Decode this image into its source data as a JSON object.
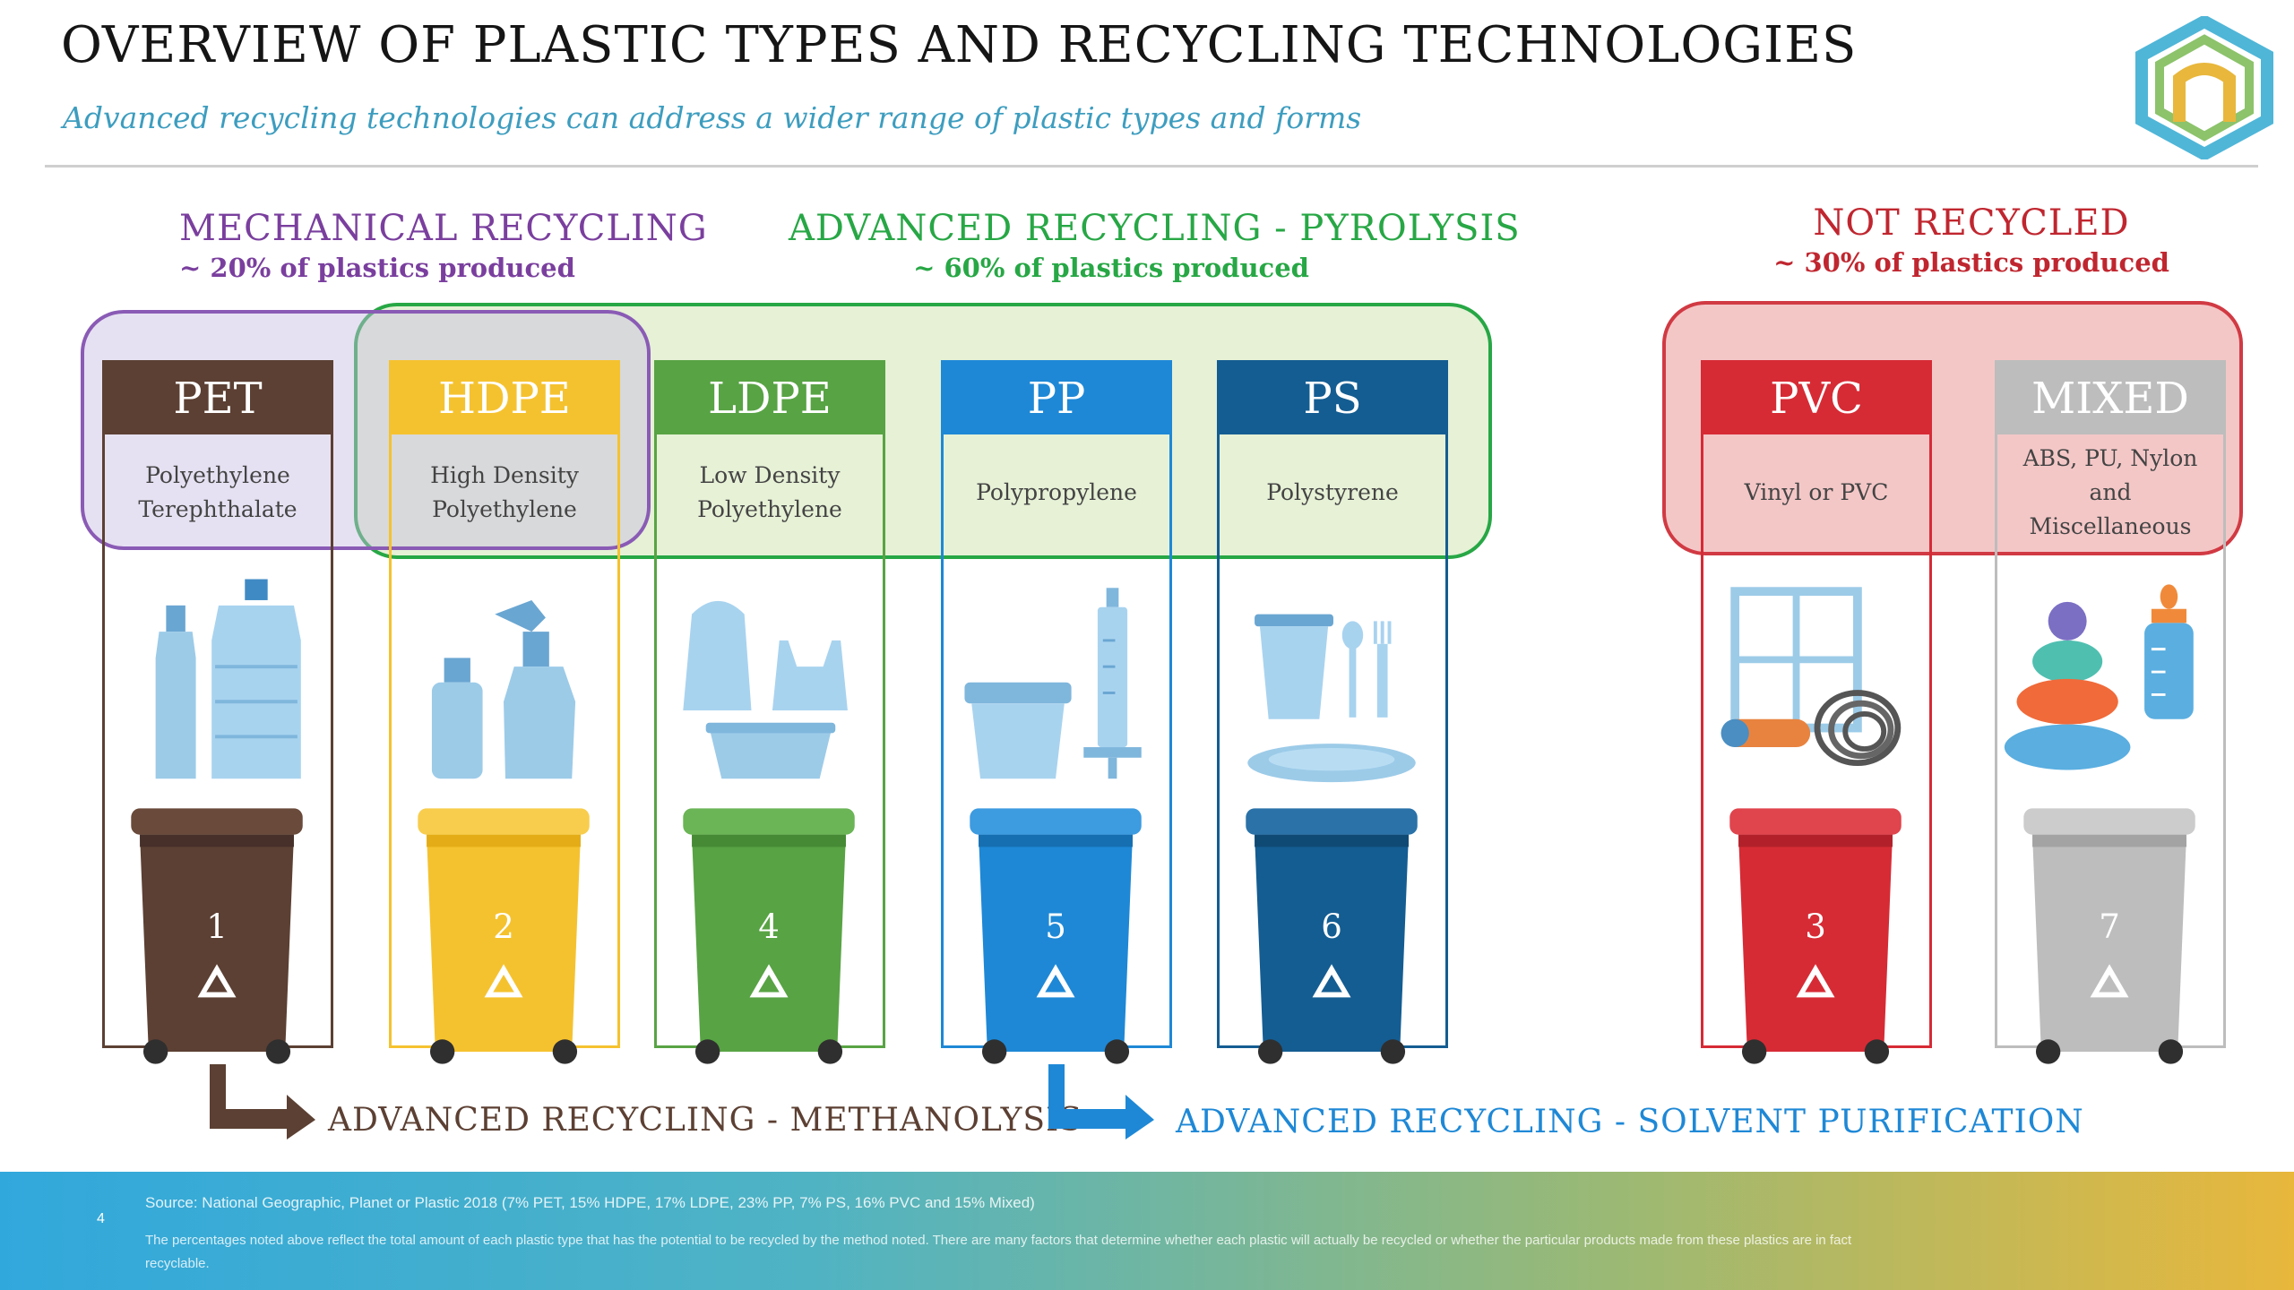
{
  "header": {
    "title": "OVERVIEW OF PLASTIC TYPES AND RECYCLING TECHNOLOGIES",
    "subtitle": "Advanced recycling technologies can address a wider range of plastic types and forms"
  },
  "groups": {
    "mechanical": {
      "title": "MECHANICAL RECYCLING",
      "share": "~ 20% of plastics produced",
      "color": "#7a3f9e"
    },
    "pyrolysis": {
      "title": "ADVANCED RECYCLING - PYROLYSIS",
      "share": "~ 60% of plastics produced",
      "color": "#27a745"
    },
    "not_recycled": {
      "title": "NOT RECYCLED",
      "share": "~ 30% of plastics produced",
      "color": "#c0262f"
    }
  },
  "columns": [
    {
      "code": "PET",
      "description": "Polyethylene Terephthalate",
      "number": "1",
      "color": "#5c4033"
    },
    {
      "code": "HDPE",
      "description": "High Density Polyethylene",
      "number": "2",
      "color": "#f5c22f"
    },
    {
      "code": "LDPE",
      "description": "Low Density Polyethylene",
      "number": "4",
      "color": "#58a344"
    },
    {
      "code": "PP",
      "description": "Polypropylene",
      "number": "5",
      "color": "#1e88d6"
    },
    {
      "code": "PS",
      "description": "Polystyrene",
      "number": "6",
      "color": "#145d92"
    },
    {
      "code": "PVC",
      "description": "Vinyl or PVC",
      "number": "3",
      "color": "#d62b35"
    },
    {
      "code": "MIXED",
      "description": "ABS, PU, Nylon and Miscellaneous",
      "number": "7",
      "color": "#bdbdbd"
    }
  ],
  "arrows": {
    "methanolysis": {
      "label": "ADVANCED RECYCLING - METHANOLYSIS",
      "color": "#5c4033"
    },
    "solvent": {
      "label": "ADVANCED RECYCLING - SOLVENT PURIFICATION",
      "color": "#1e88d6"
    }
  },
  "footer": {
    "page_number": "4",
    "source": "Source: National Geographic, Planet or Plastic 2018 (7% PET, 15% HDPE, 17% LDPE, 23% PP, 7% PS, 16% PVC and 15% Mixed)",
    "note": "The percentages noted above reflect the total amount of each plastic type that has the potential to be recycled by the method noted. There are many factors that determine whether each plastic will actually be recycled or whether the particular products made from these plastics are in fact recyclable."
  }
}
